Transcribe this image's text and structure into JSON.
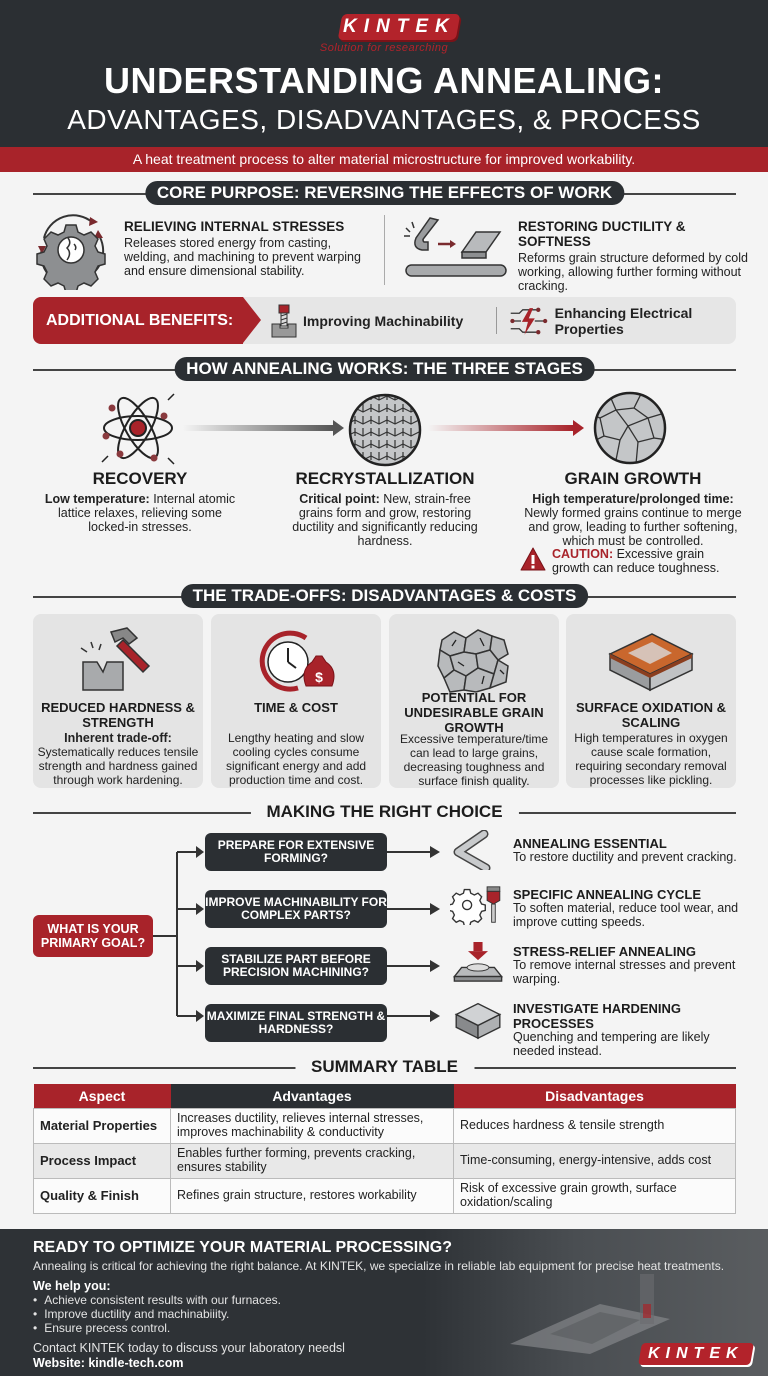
{
  "header": {
    "logo": "KINTEK",
    "tagline": "Solution for researching",
    "title_line1": "UNDERSTANDING ANNEALING:",
    "title_line2": "ADVANTAGES, DISADVANTAGES, & PROCESS",
    "subtitle": "A heat treatment process to alter material microstructure for improved workability."
  },
  "core_purpose": {
    "heading": "CORE PURPOSE: REVERSING THE EFFECTS OF WORK",
    "items": [
      {
        "icon": "gear-stress-icon",
        "title": "RELIEVING INTERNAL STRESSES",
        "text": "Releases stored energy from casting, welding, and machining to prevent warping and ensure dimensional stability."
      },
      {
        "icon": "bent-metal-bar-icon",
        "title": "RESTORING DUCTILITY & SOFTNESS",
        "text": "Reforms grain structure deformed by cold working, allowing further forming without cracking."
      }
    ],
    "additional_benefits": {
      "label": "ADDITIONAL BENEFITS:",
      "items": [
        {
          "icon": "milling-tool-icon",
          "label": "Improving Machinability"
        },
        {
          "icon": "electric-circuit-icon",
          "label": "Enhancing Electrical Properties"
        }
      ]
    }
  },
  "stages": {
    "heading": "HOW ANNEALING WORKS: THE THREE STAGES",
    "items": [
      {
        "icon": "atom-icon",
        "name": "RECOVERY",
        "lead": "Low temperature:",
        "text": "Internal atomic lattice relaxes, relieving some locked-in stresses."
      },
      {
        "icon": "fine-grains-icon",
        "name": "RECRYSTALLIZATION",
        "lead": "Critical point:",
        "text": "New, strain-free grains form and grow, restoring ductility and significantly reducing hardness."
      },
      {
        "icon": "large-grains-icon",
        "name": "GRAIN GROWTH",
        "lead": "High temperature/prolonged time:",
        "text": "Newly formed grains continue to merge and grow, leading to further softening, which must be controlled."
      }
    ],
    "caution": {
      "icon": "warning-icon",
      "label": "CAUTION:",
      "text": "Excessive grain growth can reduce toughness."
    }
  },
  "tradeoffs": {
    "heading": "THE TRADE-OFFS: DISADVANTAGES & COSTS",
    "cards": [
      {
        "icon": "hammer-crack-icon",
        "title": "REDUCED HARDNESS & STRENGTH",
        "lead": "Inherent trade-off:",
        "text": "Systematically reduces tensile strength and hardness gained through work hardening."
      },
      {
        "icon": "clock-money-icon",
        "title": "TIME & COST",
        "lead": "",
        "text": "Lengthy heating and slow cooling cycles consume significant energy and add production time and cost."
      },
      {
        "icon": "cracked-grains-icon",
        "title": "POTENTIAL FOR UNDESIRABLE GRAIN GROWTH",
        "lead": "",
        "text": "Excessive temperature/time can lead to large grains, decreasing toughness and surface finish quality."
      },
      {
        "icon": "oxidized-block-icon",
        "title": "SURFACE OXIDATION & SCALING",
        "lead": "",
        "text": "High temperatures in oxygen cause scale formation, requiring secondary removal processes like pickling."
      }
    ]
  },
  "choice": {
    "heading": "MAKING THE RIGHT CHOICE",
    "goal": "WHAT IS YOUR PRIMARY GOAL?",
    "options": [
      {
        "question": "PREPARE FOR EXTENSIVE FORMING?",
        "icon": "bent-pipe-icon",
        "answer_title": "ANNEALING ESSENTIAL",
        "answer_text": "To restore ductility and prevent cracking."
      },
      {
        "question": "IMPROVE MACHINABILITY FOR COMPLEX PARTS?",
        "icon": "gear-drill-icon",
        "answer_title": "SPECIFIC ANNEALING CYCLE",
        "answer_text": "To soften material, reduce tool wear, and improve cutting speeds."
      },
      {
        "question": "STABILIZE PART BEFORE PRECISION MACHINING?",
        "icon": "press-plate-icon",
        "answer_title": "STRESS-RELIEF ANNEALING",
        "answer_text": "To remove internal stresses and prevent warping."
      },
      {
        "question": "MAXIMIZE FINAL STRENGTH & HARDNESS?",
        "icon": "steel-block-icon",
        "answer_title": "INVESTIGATE HARDENING PROCESSES",
        "answer_text": "Quenching and tempering are likely needed instead."
      }
    ]
  },
  "summary": {
    "heading": "SUMMARY TABLE",
    "columns": [
      "Aspect",
      "Advantages",
      "Disadvantages"
    ],
    "rows": [
      [
        "Material Properties",
        "Increases ductility, relieves internal stresses, improves machinability & conductivity",
        "Reduces hardness & tensile strength"
      ],
      [
        "Process Impact",
        "Enables further forming, prevents cracking, ensures stability",
        "Time-consuming, energy-intensive, adds cost"
      ],
      [
        "Quality & Finish",
        "Refines grain structure, restores workability",
        "Risk of excessive grain growth, surface oxidation/scaling"
      ]
    ]
  },
  "footer": {
    "heading": "READY TO OPTIMIZE YOUR MATERIAL PROCESSING?",
    "intro": "Annealing is critical for achieving the right balance. At KINTEK, we specialize in reliable lab equipment for precise heat treatments.",
    "help_label": "We help you:",
    "bullets": [
      "Achieve consistent results with our furnaces.",
      "Improve ductility and machinabiiity.",
      "Ensure precess control."
    ],
    "contact": "Contact KINTEK today to discuss your laboratory needsl",
    "website": "Website: kindle-tech.com",
    "logo": "KINTEK"
  },
  "colors": {
    "brand_red": "#a8232a",
    "dark": "#2b2f33",
    "background": "#f4f4f4"
  }
}
